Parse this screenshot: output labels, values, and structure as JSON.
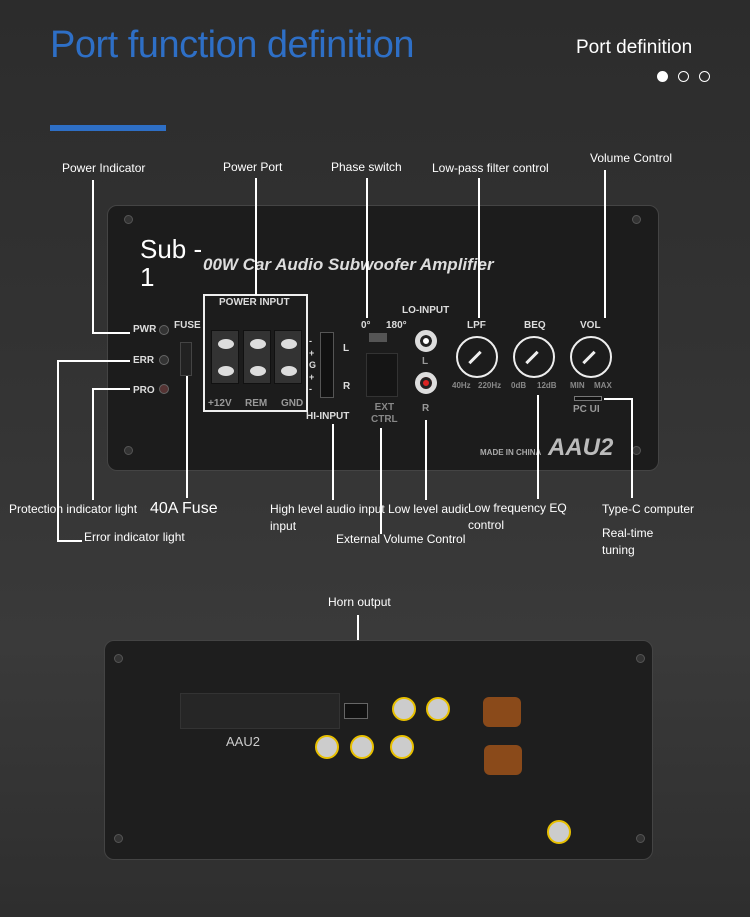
{
  "header": {
    "title": "Port function definition",
    "subtitle": "Port definition",
    "page_dots": 3,
    "active_dot": 1
  },
  "labels": {
    "power_indicator": "Power Indicator",
    "power_port": "Power Port",
    "phase_switch": "Phase switch",
    "lpf_control": "Low-pass filter control",
    "volume_control": "Volume Control",
    "protection_light": "Protection indicator light",
    "fuse": "40A Fuse",
    "error_light": "Error indicator light",
    "high_level_input": "High level audio input",
    "high_level_input_2": "input",
    "low_level_input": "Low level audic",
    "external_volume": "External Volume Control",
    "low_freq_eq": "Low frequency EQ",
    "low_freq_eq_2": "control",
    "typec": "Type-C computer",
    "realtime": "Real-time",
    "realtime_2": "tuning",
    "horn_output": "Horn output"
  },
  "panel": {
    "logo": "Sub -",
    "logo_2": "1",
    "product": "00W Car Audio Subwoofer Amplifier",
    "pwr": "PWR",
    "err": "ERR",
    "pro": "PRO",
    "fuse": "FUSE",
    "power_input": "POWER INPUT",
    "t1": "+12V",
    "t2": "REM",
    "t3": "GND",
    "hi_pins": "- + G + -",
    "hi_l": "L",
    "hi_r": "R",
    "hi_input": "HI-INPUT",
    "phase_0": "0°",
    "phase_180": "180°",
    "ext": "EXT",
    "ctrl": "CTRL",
    "lo_input": "LO-INPUT",
    "lo_l": "L",
    "lo_r": "R",
    "lpf": "LPF",
    "lpf_min": "40Hz",
    "lpf_max": "220Hz",
    "beq": "BEQ",
    "beq_min": "0dB",
    "beq_max": "12dB",
    "vol": "VOL",
    "vol_min": "MIN",
    "vol_max": "MAX",
    "pcui": "PC UI",
    "made": "MADE IN CHINA",
    "model": "AAU2"
  },
  "board": {
    "model": "AAU2"
  }
}
